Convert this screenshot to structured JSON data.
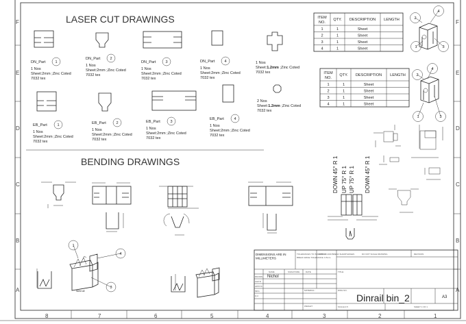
{
  "sheet": {
    "zones_bottom": [
      "8",
      "7",
      "6",
      "5",
      "4",
      "3",
      "2",
      "1"
    ],
    "zones_side": [
      "F",
      "E",
      "D",
      "C",
      "B",
      "A"
    ]
  },
  "laser": {
    "title": "LASER CUT DRAWINGS",
    "parts": [
      {
        "name": "DN_Part",
        "num": "1",
        "qty": "1 Nos",
        "sheet": "Sheet:2mm ;Zinc Coted",
        "color": "7032 tex"
      },
      {
        "name": "DN_Part",
        "num": "2",
        "qty": "1 Nos",
        "sheet": "Sheet:2mm ;Zinc Coted",
        "color": "7032 tex"
      },
      {
        "name": "DN_Part",
        "num": "3",
        "qty": "1 Nos",
        "sheet": "Sheet:2mm ;Zinc Coted",
        "color": "7032 tex"
      },
      {
        "name": "DN_Part",
        "num": "4",
        "qty": "1 Nos",
        "sheet": "Sheet:2mm ;Zinc Coted",
        "color": "7032 tex"
      },
      {
        "name": "EB_Part",
        "num": "1",
        "qty": "1 Nos",
        "sheet": "Sheet:2mm ;Zinc Coted",
        "color": "7032 tex"
      },
      {
        "name": "EB_Part",
        "num": "2",
        "qty": "1 Nos",
        "sheet": "Sheet:2mm ;Zinc Coted",
        "color": "7032 tex"
      },
      {
        "name": "EB_Part",
        "num": "3",
        "qty": "1 Nos",
        "sheet": "Sheet:2mm ;Zinc Coted",
        "color": "7032 tex"
      },
      {
        "name": "EB_Part",
        "num": "4",
        "qty": "1 Nos",
        "sheet": "Sheet:2mm ;Zinc Coted",
        "color": "7032 tex"
      }
    ],
    "extras": [
      {
        "qty": "1 Nos",
        "sheet_prefix": "Sheet:",
        "sheet_bold": "1.2mm",
        "sheet_suffix": " ;Zinc Coted",
        "color": "7032 tex"
      },
      {
        "qty": "2 Nos",
        "sheet_prefix": "Sheet:",
        "sheet_bold": "1.2mm",
        "sheet_suffix": " ;Zinc Coted",
        "color": "7032 tex"
      }
    ]
  },
  "bom": {
    "headers": [
      "ITEM",
      "NO.",
      "QTY.",
      "DESCRIPTION",
      "LENGTH"
    ],
    "tables": [
      {
        "rows": [
          [
            "1",
            "1",
            "Sheet",
            ""
          ],
          [
            "2",
            "1",
            "Sheet",
            ""
          ],
          [
            "3",
            "1",
            "Sheet",
            ""
          ],
          [
            "4",
            "1",
            "Sheet",
            ""
          ]
        ]
      },
      {
        "rows": [
          [
            "1",
            "1",
            "Sheet",
            ""
          ],
          [
            "2",
            "1",
            "Sheet",
            ""
          ],
          [
            "3",
            "1",
            "Sheet",
            ""
          ],
          [
            "4",
            "1",
            "Sheet",
            ""
          ]
        ]
      }
    ],
    "balloons": [
      "1",
      "2",
      "3",
      "4"
    ]
  },
  "bending": {
    "title": "BENDING DRAWINGS",
    "bend_notes": [
      "DOWN  45°  R 1",
      "UP  75°  R 1",
      "UP  75°  R 1",
      "DOWN  45°  R 1"
    ],
    "weld_note": "Weld all"
  },
  "title_block": {
    "dimensions_note": "DIMENSIONS ARE IN MILLIMETERS",
    "tolerance_note_1": "TOLERANCES TO ISO 2768 -m",
    "tolerance_note_2": "BREAK EDGE TOLERANCE: 0.5mm",
    "deburr_note": "DEBURR AND BREAK SHARP EDGES",
    "do_not_scale": "DO NOT SCALE DRAWING",
    "revision": "REVISION",
    "col_name": "NAME",
    "col_signature": "SIGNATURE",
    "col_date": "DATE",
    "roles": [
      "DRAWN",
      "CHK'D",
      "APPV'D",
      "MFG",
      "Q.A"
    ],
    "drawn_by": "Nichol",
    "title_label": "TITLE:",
    "material_label": "MATERIAL:",
    "weight_label": "WEIGHT:",
    "dwg_no_label": "DWG NO.",
    "scale_label": "SCALE:1:5",
    "sheet_label": "SHEET 1 OF 1",
    "drawing_name": "Dinrail bin_2",
    "paper_size": "A3"
  }
}
